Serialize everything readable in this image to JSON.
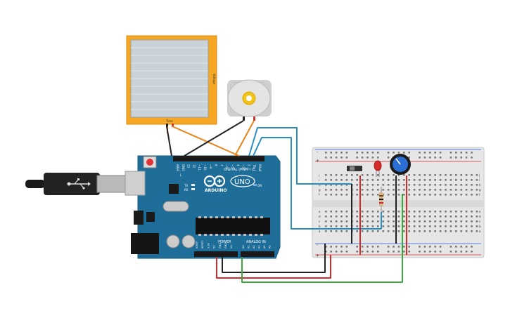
{
  "arduino": {
    "brand": "ARDUINO",
    "model": "UNO",
    "digital_label": "DIGITAL (PWM~)",
    "power_label": "POWER",
    "analog_label": "ANALOG IN",
    "tx_label": "TX",
    "rx_label": "RX",
    "l_label": "L",
    "on_label": "ON",
    "digital_pins": [
      "AREF",
      "GND",
      "13",
      "12",
      "~11",
      "~10",
      "~9",
      "8",
      "7",
      "~6",
      "~5",
      "4",
      "~3",
      "2",
      "TX▸1",
      "RX◂0"
    ],
    "power_pins": [
      "IOREF",
      "RESET",
      "3.3V",
      "5V",
      "GND",
      "GND",
      "Vin"
    ],
    "analog_pins": [
      "A0",
      "A1",
      "A2",
      "A3",
      "A4",
      "A5"
    ]
  },
  "oscilloscope": {
    "x_label": "Time",
    "y_label": "Voltage"
  },
  "breadboard": {
    "row_letters_top": [
      "j",
      "i",
      "h",
      "g",
      "f"
    ],
    "row_letters_bottom": [
      "e",
      "d",
      "c",
      "b",
      "a"
    ],
    "plus": "+",
    "minus": "-"
  },
  "colors": {
    "board": "#1f6d99",
    "wire_orange": "#e8861c",
    "wire_blue": "#2a8fc4",
    "wire_red": "#d42a2a",
    "wire_green": "#3aaa3a",
    "wire_black": "#222222",
    "scope_frame": "#f5a623"
  }
}
